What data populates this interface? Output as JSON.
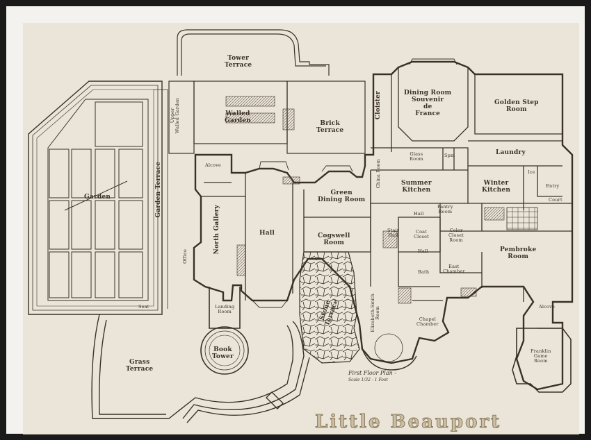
{
  "drawing": {
    "title": "Little Beauport",
    "plan_title": "First Floor Plan -",
    "scale": "Scale 1/32 - 1 Foot"
  },
  "rooms": {
    "tower_terrace": "Tower\nTerrace",
    "walled_garden": "Walled\nGarden",
    "brick_terrace": "Brick\nTerrace",
    "cloister": "Cloister",
    "dining_room": "Dining Room\nSouvenir\nde\nFrance",
    "golden_step_room": "Golden Step\nRoom",
    "laundry": "Laundry",
    "winter_kitchen": "Winter\nKitchen",
    "summer_kitchen": "Summer\nKitchen",
    "glass_room": "Glass\nRoom",
    "china_room": "China Room",
    "spm": "Spm",
    "green_dining_room": "Green\nDining Room",
    "cogswell_room": "Cogswell\nRoom",
    "hall": "Hall",
    "north_gallery": "North Gallery",
    "alcove_west": "Alcove",
    "office": "Office",
    "garden": "Garden",
    "garden_terrace": "Garden Terrace",
    "upper_walled_garden": "Upper\nWalled Garden",
    "grass_terrace": "Grass\nTerrace",
    "belfry_tower_landing": "Landing\nRoom",
    "book_tower": "Book\nTower",
    "stone_terrace": "Stone\nTerrace",
    "stair_hall": "Stair\nHall",
    "coat_closet": "Coat\nCloset",
    "small_hall": "Hall",
    "pantry_room": "Pantry\nRoom",
    "china_closet": "Color\nCloset\nRoom",
    "east_chamber": "East\nChamber",
    "elizabeth_room": "Elizabeth-Smith\nRoom",
    "chapel_chamber": "Chapel\nChamber",
    "pembroke_room": "Pembroke\nRoom",
    "alcove_east": "Alcove",
    "franklin_game_room": "Franklin\nGame\nRoom",
    "entry": "Entry",
    "court": "Court",
    "ice": "Ice",
    "hall_small2": "Hall",
    "bath": "Bath",
    "seat": "Seat"
  },
  "colors": {
    "paper": "#ebe5d9",
    "mat": "#f3f2ee",
    "ink": "#3a3026",
    "frame": "#1a1a1a"
  }
}
